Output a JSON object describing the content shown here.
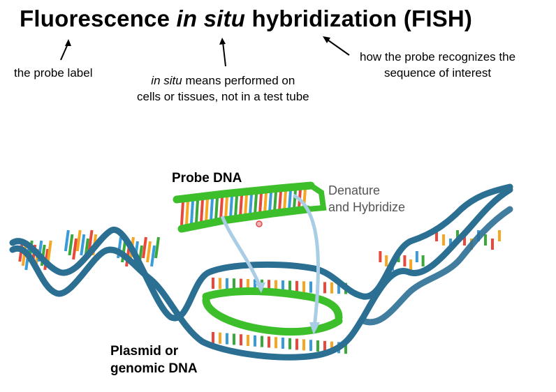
{
  "title": {
    "part1": "Fluorescence ",
    "part2": "in situ",
    "part3": " hybridization (FISH)"
  },
  "annotations": {
    "probe_label": "the probe label",
    "in_situ_italic": "in situ",
    "in_situ_rest1": " means performed on",
    "in_situ_rest2": "cells or tissues, not in a test tube",
    "hybridization_line1": "how the probe recognizes the",
    "hybridization_line2": "sequence of interest"
  },
  "labels": {
    "probe_dna": "Probe DNA",
    "plasmid_line1": "Plasmid or",
    "plasmid_line2": "genomic DNA",
    "denature_line1": "Denature",
    "denature_line2": "and Hybridize"
  },
  "colors": {
    "backbone": "#2b6f93",
    "probe_green": "#3cbf2a",
    "arrow_blue": "#a9cde4",
    "base_colors": [
      "#e8493a",
      "#f5a623",
      "#3a9bd9",
      "#3aa83a"
    ]
  }
}
